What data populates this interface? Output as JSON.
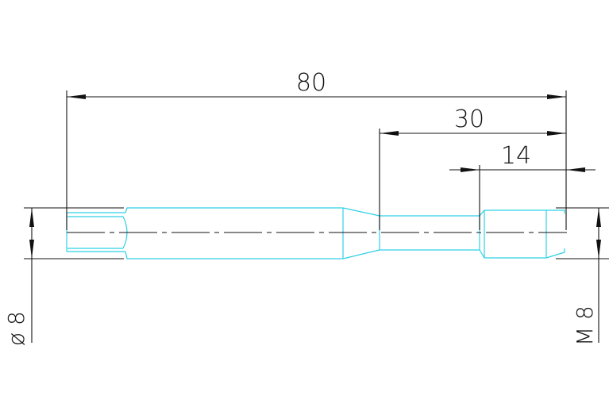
{
  "drawing": {
    "dim_overall": "80",
    "dim_neck": "30",
    "dim_thread": "14",
    "dim_shank_dia": "ø 8",
    "dim_thread_size": "M 8",
    "line_color": "#111111",
    "part_color": "#2fd0e8"
  }
}
